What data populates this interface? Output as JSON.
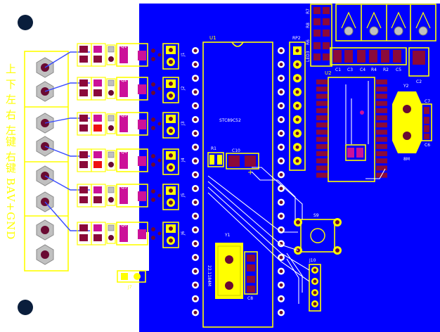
{
  "labels": {
    "u1": "U1",
    "u1_part": "STC89C52",
    "u2": "U2",
    "rp2": "RP2",
    "r1": "R1",
    "c10": "C10",
    "y1": "Y1",
    "y1_part": "22.1184M",
    "c8": "C8",
    "y2": "Y2",
    "y2_part": "8M",
    "c7": "C7",
    "c6": "C6",
    "c2": "C2",
    "s9": "S9",
    "j10": "J10",
    "c1": "C1",
    "c3": "C3",
    "c4": "C4",
    "r4": "R4",
    "r2": "R2",
    "c5": "C5",
    "r7": "R7",
    "r8": "R8",
    "r6": "R6",
    "led3": "LED3",
    "q1": "Q1",
    "q2": "Q2",
    "q3": "Q3",
    "q4": "Q4",
    "q5": "Q5",
    "q6": "Q6",
    "j1": "J1",
    "j2": "J2",
    "j3": "J3",
    "j4": "J4",
    "j5": "J5",
    "j6": "J6",
    "jp": "J7"
  },
  "connector_text": "上 下 左 右 左键 右键 BAV+GND",
  "colors": {
    "copper_fill": "#0000ff",
    "silkscreen": "#ffff00",
    "smd_pad": "#8b0a3a",
    "magenta_pad": "#cc1199",
    "mount_hole": "#0a1e3c"
  }
}
